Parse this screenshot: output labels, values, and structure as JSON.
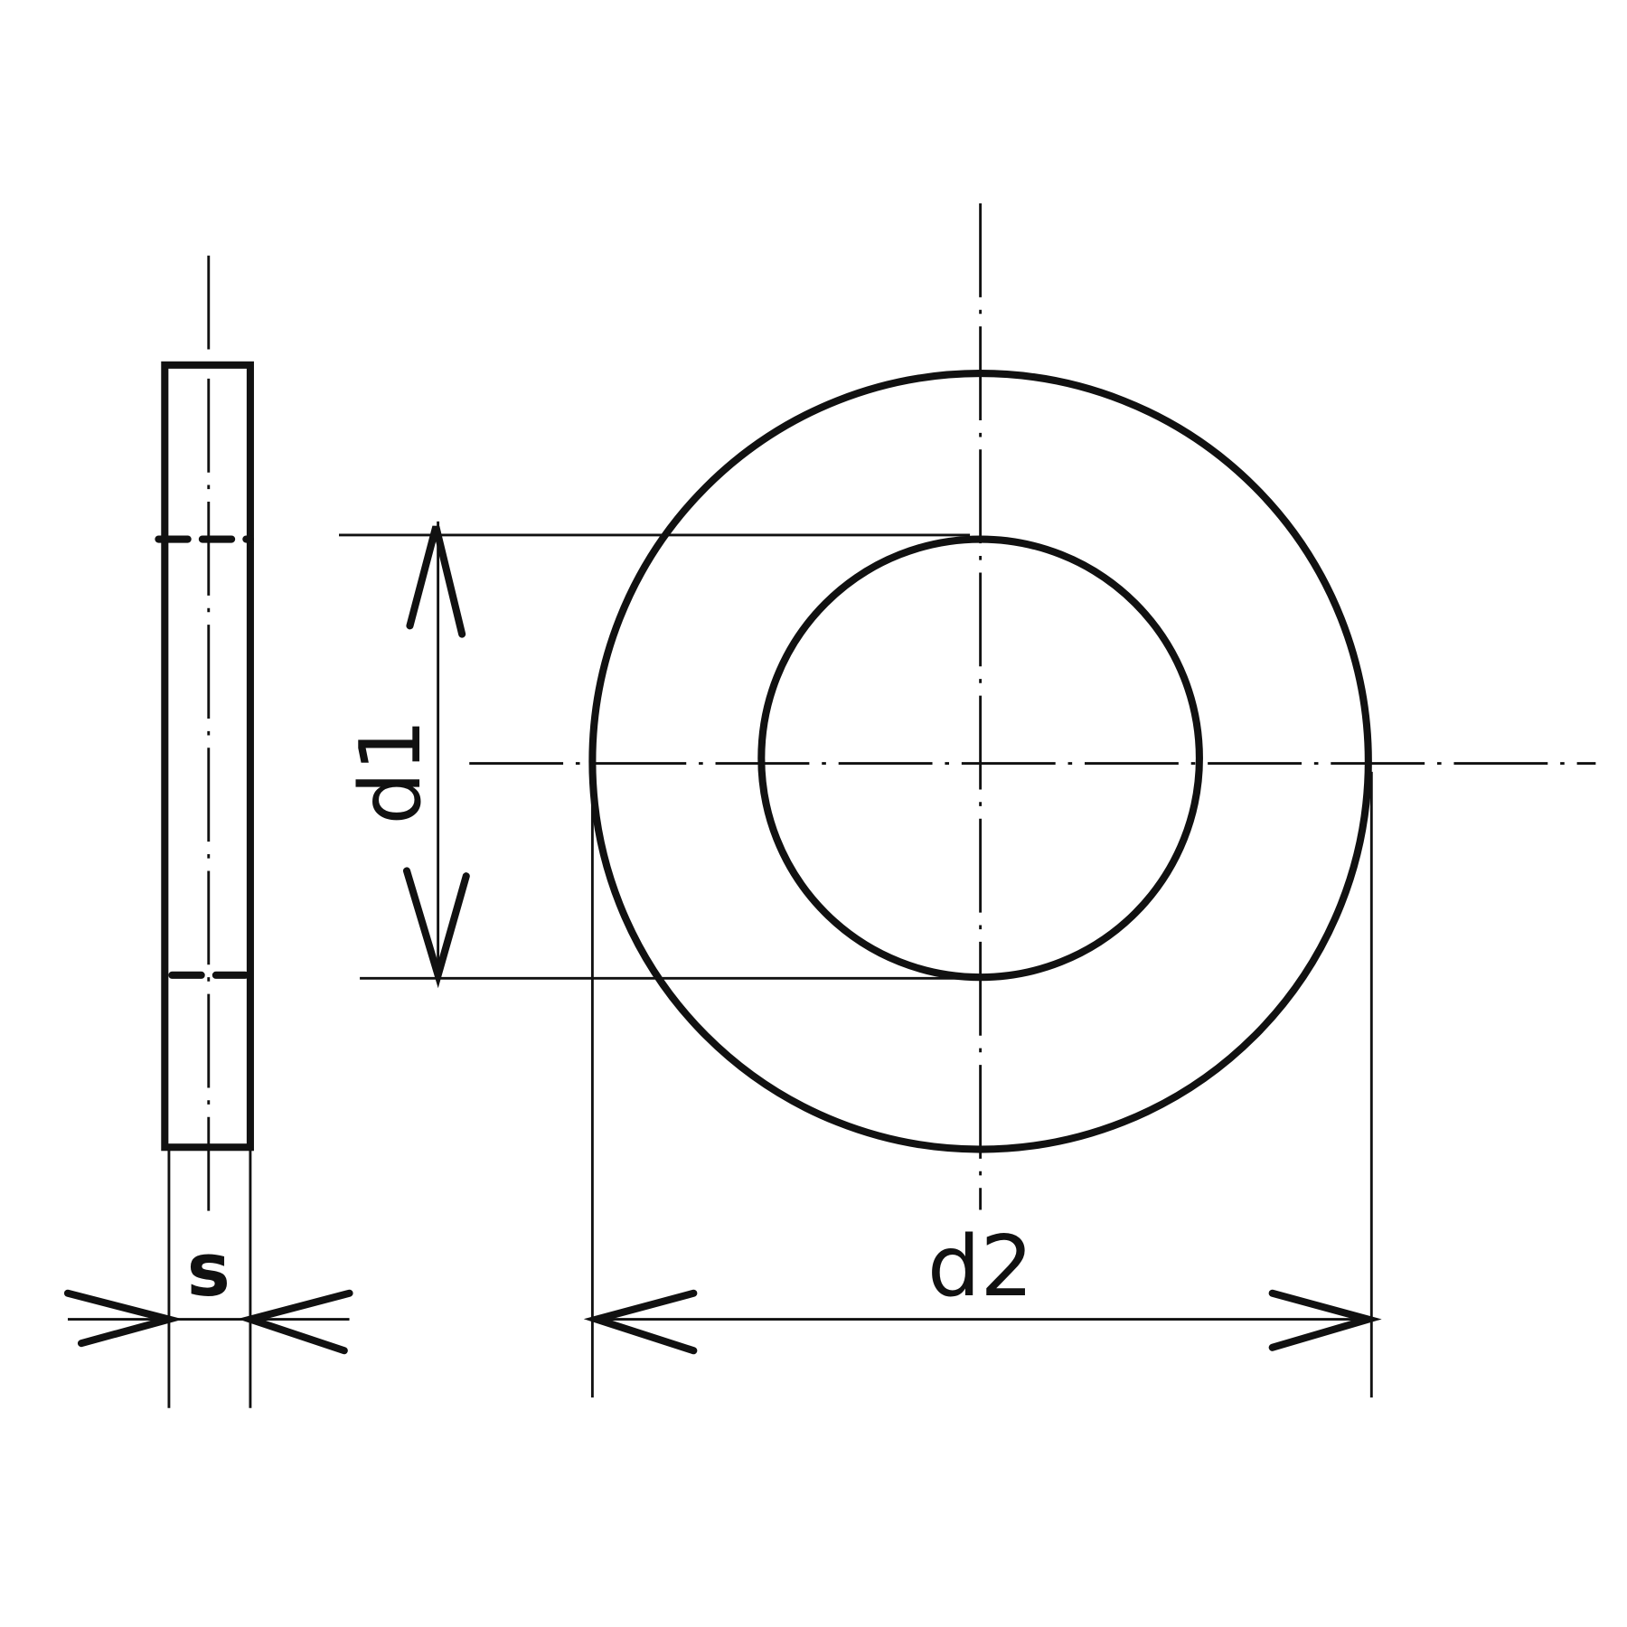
{
  "labels": {
    "inner_diameter": "d1",
    "outer_diameter": "d2",
    "thickness": "s"
  },
  "colors": {
    "line": "#111111",
    "background": "#ffffff"
  }
}
